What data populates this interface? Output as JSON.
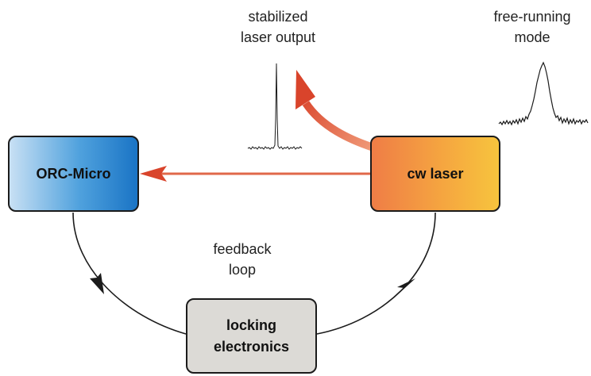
{
  "labels": {
    "stabilized": [
      "stabilized",
      "laser output"
    ],
    "free_running": [
      "free-running",
      "mode"
    ],
    "feedback": [
      "feedback",
      "loop"
    ]
  },
  "boxes": {
    "orc_micro": "ORC-Micro",
    "cw_laser": "cw laser",
    "locking_electronics": [
      "locking",
      "electronics"
    ]
  },
  "colors": {
    "beam_red": "#d9442b",
    "orc_blue": "#1a74c5",
    "laser_orange": "#f08a3e",
    "laser_yellow": "#f7c43d",
    "locking_gray": "#dcdad6"
  }
}
